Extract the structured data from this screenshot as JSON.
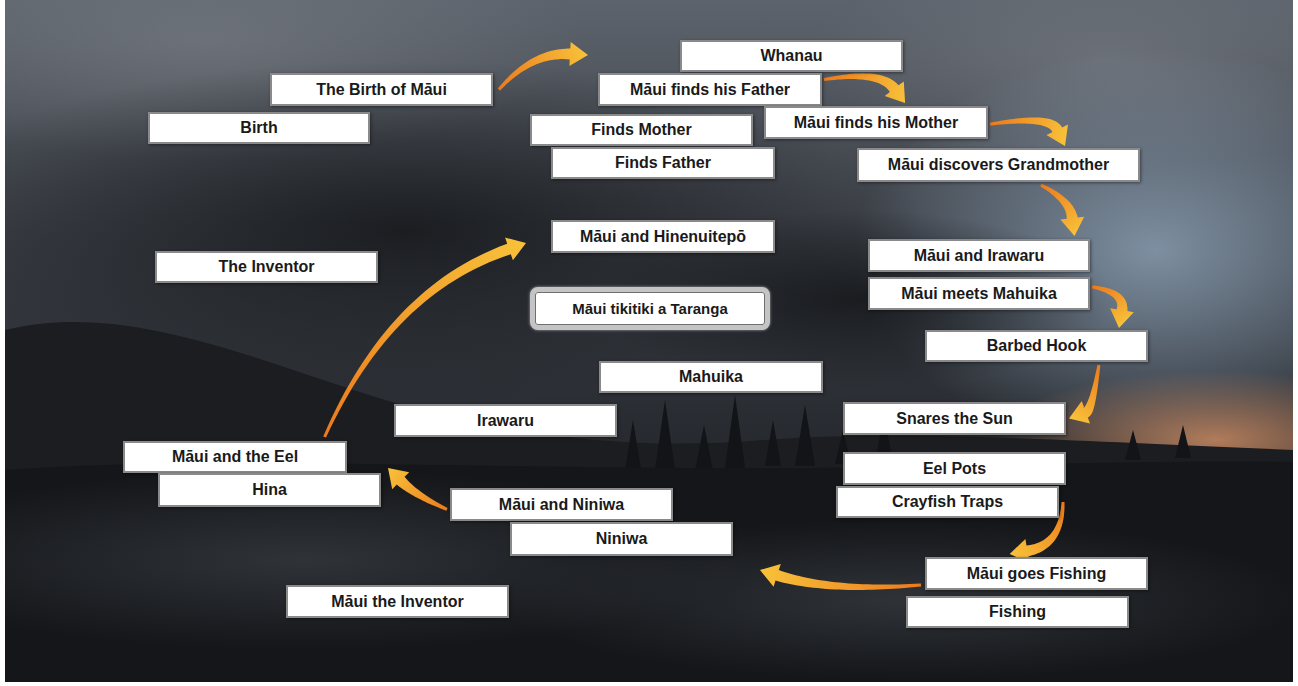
{
  "diagram": {
    "nodes": [
      {
        "text": [
          "Whanau"
        ]
      },
      {
        "text": [
          "The Birth of Māui"
        ]
      },
      {
        "text": [
          "Māui finds his Father"
        ]
      },
      {
        "text": [
          "Birth"
        ]
      },
      {
        "text": [
          "Māui finds his Mother"
        ]
      },
      {
        "text": [
          "Finds Mother"
        ]
      },
      {
        "text": [
          "Finds Father"
        ]
      },
      {
        "text": [
          "Māui discovers Grandmother"
        ]
      },
      {
        "text": [
          "Māui and Hinenuitepō"
        ]
      },
      {
        "text": [
          "Māui and Irawaru"
        ]
      },
      {
        "text": [
          "The Inventor"
        ]
      },
      {
        "text": [
          "Māui meets Mahuika"
        ]
      },
      {
        "text": [
          "Māui tikitiki a Taranga"
        ]
      },
      {
        "text": [
          "Barbed Hook"
        ]
      },
      {
        "text": [
          "Mahuika"
        ]
      },
      {
        "text": [
          "Irawaru"
        ]
      },
      {
        "text": [
          "Snares the Sun"
        ]
      },
      {
        "text": [
          "Māui and the Eel"
        ]
      },
      {
        "text": [
          "Eel Pots"
        ]
      },
      {
        "text": [
          "Hina"
        ]
      },
      {
        "text": [
          "Crayfish Traps"
        ]
      },
      {
        "text": [
          "Māui and Niniwa"
        ]
      },
      {
        "text": [
          "Niniwa"
        ]
      },
      {
        "text": [
          "Māui goes Fishing"
        ]
      },
      {
        "text": [
          "Fishing"
        ]
      },
      {
        "text": [
          "Māui the Inventor"
        ]
      }
    ],
    "edges": [
      {
        "from": 1,
        "to": 2,
        "arrow": "to"
      },
      {
        "from": 2,
        "to": 4,
        "arrow": "to"
      },
      {
        "from": 4,
        "to": 7,
        "arrow": "to"
      },
      {
        "from": 7,
        "to": 9,
        "arrow": "to"
      },
      {
        "from": 11,
        "to": 13,
        "arrow": "to"
      },
      {
        "from": 13,
        "to": 16,
        "arrow": "to"
      },
      {
        "from": 20,
        "to": 23,
        "arrow": "to"
      },
      {
        "from": 23,
        "to": 22,
        "arrow": "to"
      },
      {
        "from": 21,
        "to": 19,
        "arrow": "to"
      },
      {
        "from": 17,
        "to": 8,
        "arrow": "to"
      }
    ]
  }
}
